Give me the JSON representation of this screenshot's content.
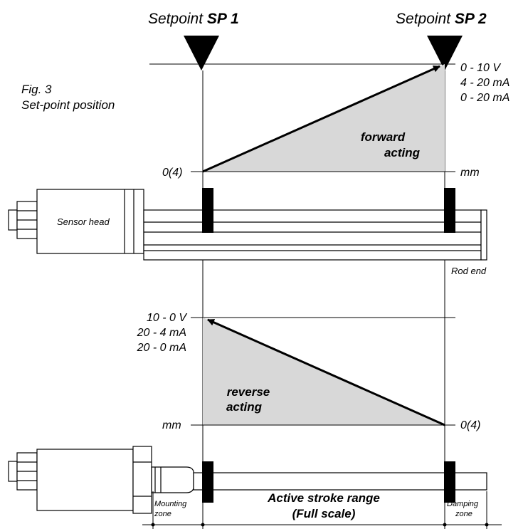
{
  "figure": {
    "number": "Fig. 3",
    "caption": "Set-point position"
  },
  "setpoints": {
    "sp1": {
      "prefix": "Setpoint ",
      "id": "SP 1"
    },
    "sp2": {
      "prefix": "Setpoint ",
      "id": "SP 2"
    }
  },
  "forward": {
    "outputs": [
      "0 - 10 V",
      "4 - 20 mA",
      "0 - 20 mA"
    ],
    "zero_label": "0(4)",
    "axis_label": "mm",
    "mode_line1": "forward",
    "mode_line2": "acting"
  },
  "reverse": {
    "outputs": [
      "10 - 0 V",
      "20 - 4 mA",
      "20 - 0 mA"
    ],
    "zero_label": "0(4)",
    "axis_label": "mm",
    "mode_line1": "reverse",
    "mode_line2": "acting"
  },
  "sensor": {
    "head_label": "Sensor head",
    "rod_end_label": "Rod end"
  },
  "zones": {
    "mounting_line1": "Mounting",
    "mounting_line2": "zone",
    "active_line1": "Active stroke range",
    "active_line2": "(Full scale)",
    "damping_line1": "Damping",
    "damping_line2": "zone"
  },
  "colors": {
    "fill": "#d8d8d8",
    "line": "#000000"
  }
}
